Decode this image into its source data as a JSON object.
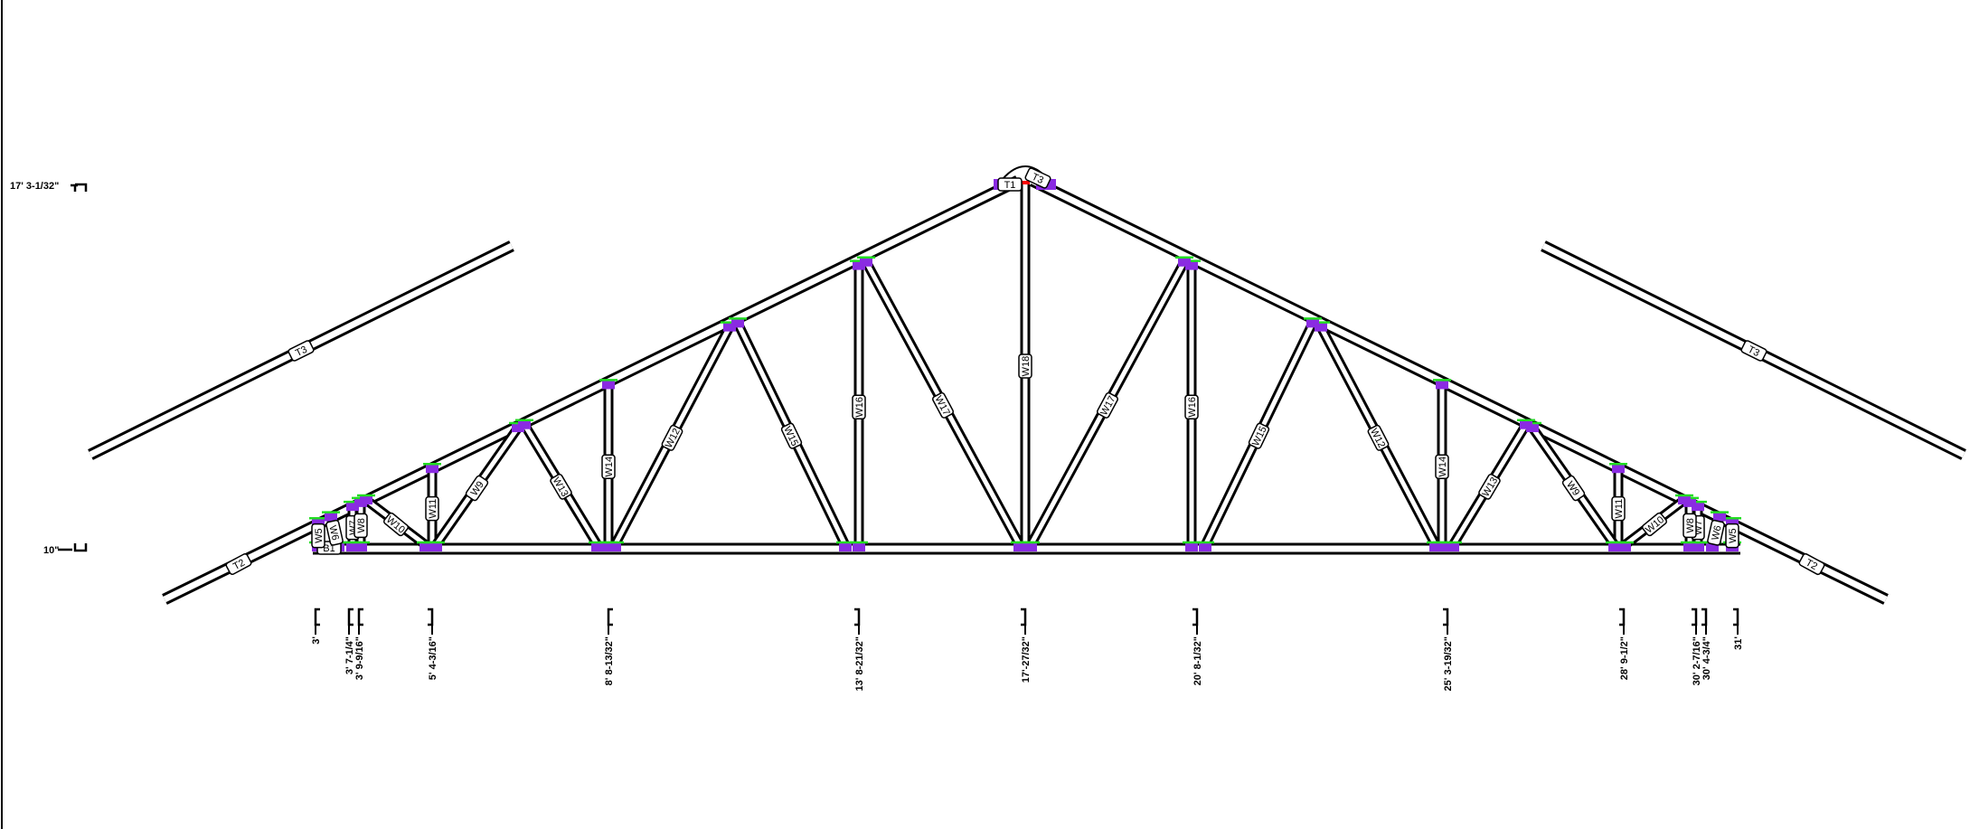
{
  "drawing": {
    "height_labels": [
      "17' 3-1/32\"",
      "10\""
    ],
    "dimension_labels": [
      "3'",
      "3' 7-1/4\"",
      "3' 9-9/16\"",
      "5' 4-3/16\"",
      "8' 8-13/32\"",
      "13' 8-21/32\"",
      "17'-27/32\"",
      "20' 8-1/32\"",
      "25' 3-19/32\"",
      "28' 9-1/2\"",
      "30' 2-7/16\"",
      "30' 4-3/4\"",
      "31'"
    ],
    "top_chord_labels": {
      "left_overhang": "T2",
      "right_overhang": "T2",
      "left_rafter": "T3",
      "right_rafter": "T3",
      "peak_left": "T1",
      "peak_right": "T3",
      "bottom_chord": "B1"
    },
    "web_labels_left": [
      "W5",
      "W6",
      "W7",
      "W8",
      "W10",
      "W11",
      "W9",
      "W13",
      "W14",
      "W12",
      "W15",
      "W16",
      "W17"
    ],
    "web_labels_right": [
      "W5",
      "W6",
      "W7",
      "W8",
      "W10",
      "W11",
      "W9",
      "W13",
      "W14",
      "W12",
      "W15",
      "W16",
      "W17"
    ],
    "center_web_label": "W18",
    "colors": {
      "line": "#000000",
      "plate": "#8a2be2",
      "plate_edge": "#22dd22",
      "peak_mark": "#ff0000"
    }
  }
}
